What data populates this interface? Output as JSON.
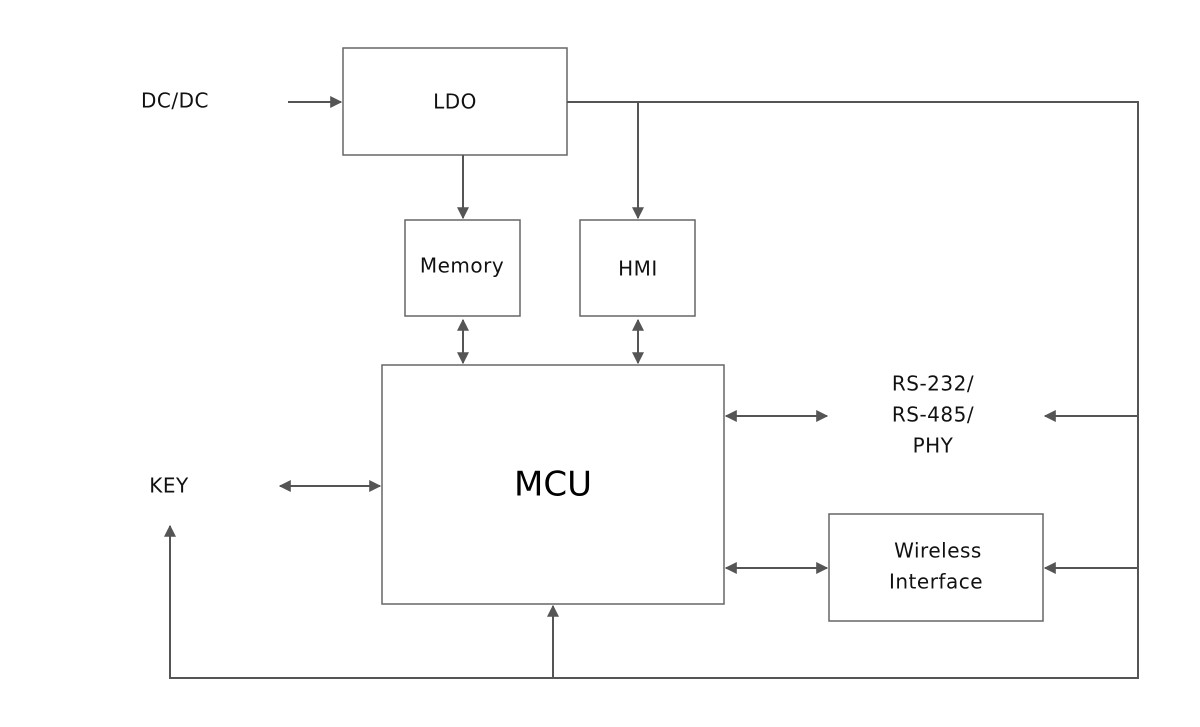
{
  "diagram": {
    "nodes": {
      "dcdc": "DC/DC",
      "ldo": "LDO",
      "memory": "Memory",
      "hmi": "HMI",
      "mcu": "MCU",
      "key": "KEY",
      "rs": [
        "RS-232/",
        "RS-485/",
        "PHY"
      ],
      "wireless": [
        "Wireless",
        "Interface"
      ]
    },
    "colors": {
      "line": "#555555",
      "box_border": "#666666",
      "text": "#111111"
    }
  }
}
